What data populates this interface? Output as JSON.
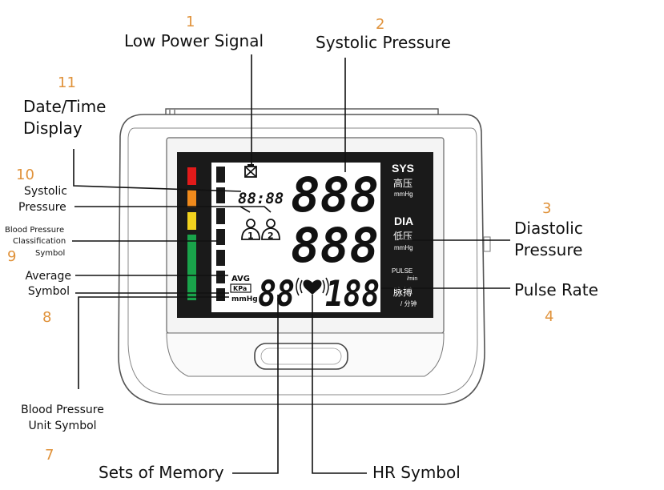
{
  "annotations": [
    {
      "num": "1",
      "lines": [
        "Low Power Signal"
      ]
    },
    {
      "num": "2",
      "lines": [
        "Systolic Pressure"
      ]
    },
    {
      "num": "3",
      "lines": [
        "Diastolic",
        "Pressure"
      ]
    },
    {
      "num": "4",
      "lines": [
        "Pulse Rate"
      ]
    },
    {
      "num": "7",
      "lines": [
        "Blood Pressure",
        "Unit Symbol"
      ]
    },
    {
      "num": "8",
      "lines": [
        "Average",
        "Symbol"
      ]
    },
    {
      "num": "9",
      "lines": [
        "Blood Pressure",
        "Classification",
        "Symbol"
      ]
    },
    {
      "num": "10",
      "lines": [
        "Systolic",
        "Pressure"
      ]
    },
    {
      "num": "11",
      "lines": [
        "Date/Time",
        "Display"
      ]
    },
    {
      "lines": [
        "Sets of Memory"
      ]
    },
    {
      "lines": [
        "HR Symbol"
      ]
    }
  ],
  "display": {
    "time": "88:88",
    "sys_digits": "888",
    "dia_digits": "888",
    "pulse_digits": "188",
    "memory_digits": "88",
    "avg": "AVG",
    "kpa": "KPa",
    "mmhg": "mmHg",
    "user1": "1",
    "user2": "2",
    "sys_en": "SYS",
    "sys_cn": "高压",
    "sys_unit": "mmHg",
    "dia_en": "DIA",
    "dia_cn": "低压",
    "dia_unit": "mmHg",
    "pulse_en": "PULSE",
    "pulse_per": "/min",
    "pulse_cn": "脉搏",
    "pulse_cn_unit": "/ 分钟"
  },
  "colors": {
    "number_accent": "#e0923a",
    "class_red": "#e21a1a",
    "class_orange": "#f08a1c",
    "class_yellow": "#f2d21e",
    "class_green": "#19a34a",
    "lcd_background": "#ffffff",
    "bezel": "#1a1a1a"
  },
  "icons": [
    "low-battery-icon",
    "user-1-icon",
    "user-2-icon",
    "heart-icon"
  ]
}
